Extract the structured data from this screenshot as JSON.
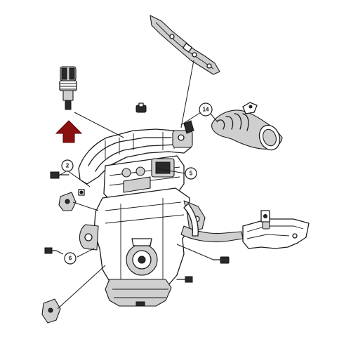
{
  "callouts": [
    {
      "id": "callout-2",
      "label": "2"
    },
    {
      "id": "callout-5",
      "label": "5"
    },
    {
      "id": "callout-6",
      "label": "6"
    },
    {
      "id": "callout-14",
      "label": "14"
    }
  ],
  "colors": {
    "arrow": "#8b1010",
    "line": "#1a1a1a",
    "shade": "#cfcfcf"
  }
}
